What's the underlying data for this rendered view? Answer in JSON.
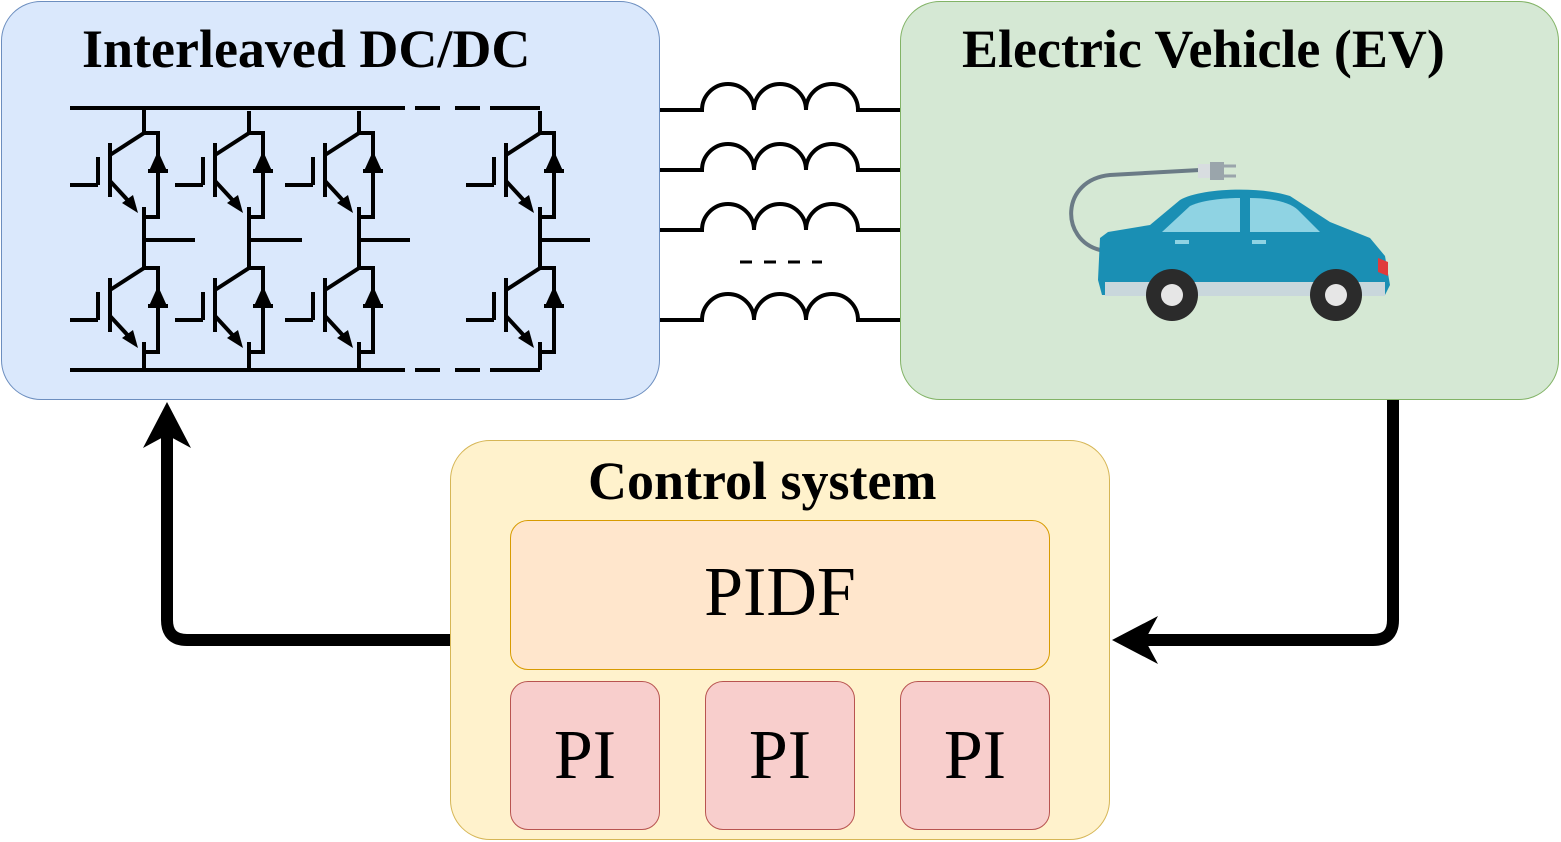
{
  "converter": {
    "title": "Interleaved DC/DC"
  },
  "vehicle": {
    "title": "Electric Vehicle (EV)"
  },
  "control": {
    "title": "Control system",
    "pidf_label": "PIDF",
    "pi_labels": [
      "PI",
      "PI",
      "PI"
    ]
  },
  "colors": {
    "converter_fill": "#dae8fc",
    "vehicle_fill": "#d5e8d4",
    "control_fill": "#fff2cc",
    "pidf_fill": "#ffe6cc",
    "pi_fill": "#f8cecc",
    "car_body": "#1a8fb4"
  },
  "icons": [
    "igbt-switch-icon",
    "diode-icon",
    "inductor-icon",
    "electric-car-icon",
    "plug-icon"
  ]
}
